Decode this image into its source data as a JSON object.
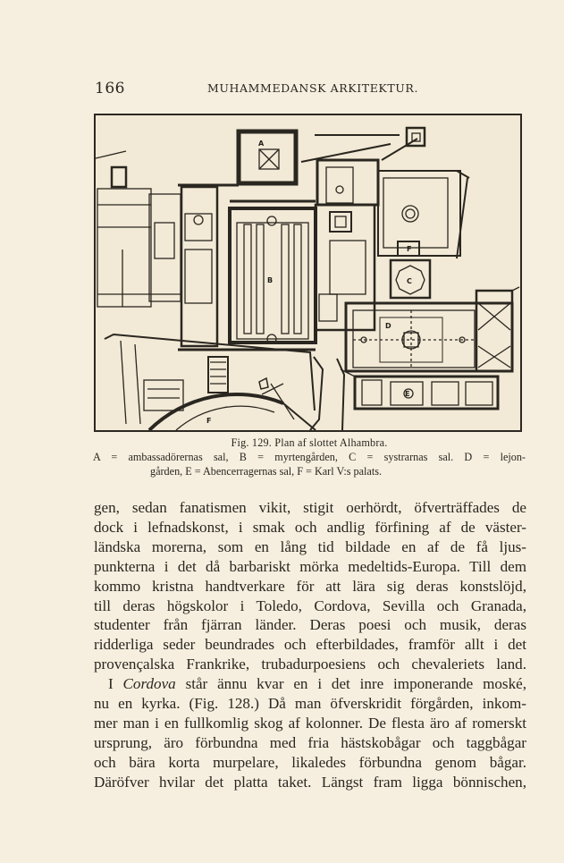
{
  "header": {
    "page_number": "166",
    "running_title": "MUHAMMEDANSK ARKITEKTUR."
  },
  "figure": {
    "map_labels": {
      "a": "A",
      "b": "B",
      "c": "C",
      "d": "D",
      "e": "E",
      "f": "F",
      "f_small": "F"
    },
    "caption_title": "Fig. 129.  Plan af slottet Alhambra.",
    "caption_lines": [
      "A = ambassadörernas sal, B = myrtengården, C = systrarnas sal. D = lejon-",
      "gården, E = Abencerragernas sal, F = Karl V:s palats."
    ]
  },
  "body": {
    "lines": [
      "gen, sedan fanatismen vikit, stigit oerhördt, öfverträffades de",
      "dock i lefnadskonst, i smak och andlig förfining af de väster-",
      "ländska morerna, som en lång tid bildade en af de få ljus-",
      "punkterna i det då barbariskt mörka medeltids-Europa. Till dem",
      "kommo kristna handtverkare för att lära sig deras konstslöjd,",
      "till deras högskolor i Toledo, Cordova, Sevilla och Granada,",
      "studenter från fjärran länder. Deras poesi och musik, deras",
      "ridderliga seder beundrades och efterbildades, framför allt i det",
      "provençalska Frankrike, trubadurpoesiens och chevaleriets land."
    ],
    "cordova_prefix": "I ",
    "cordova_word": "Cordova",
    "cordova_rest": " står ännu kvar en i det inre imponerande moské,",
    "lines2": [
      "nu en kyrka. (Fig. 128.) Då man öfverskridit förgården, inkom-",
      "mer man i en fullkomlig skog af kolonner. De flesta äro af romerskt",
      "ursprung, äro förbundna med fria hästskobågar och taggbågar",
      "och bära korta murpelare, likaledes förbundna genom bågar.",
      "Däröfver hvilar det platta taket. Längst fram ligga bönnischen,"
    ]
  }
}
